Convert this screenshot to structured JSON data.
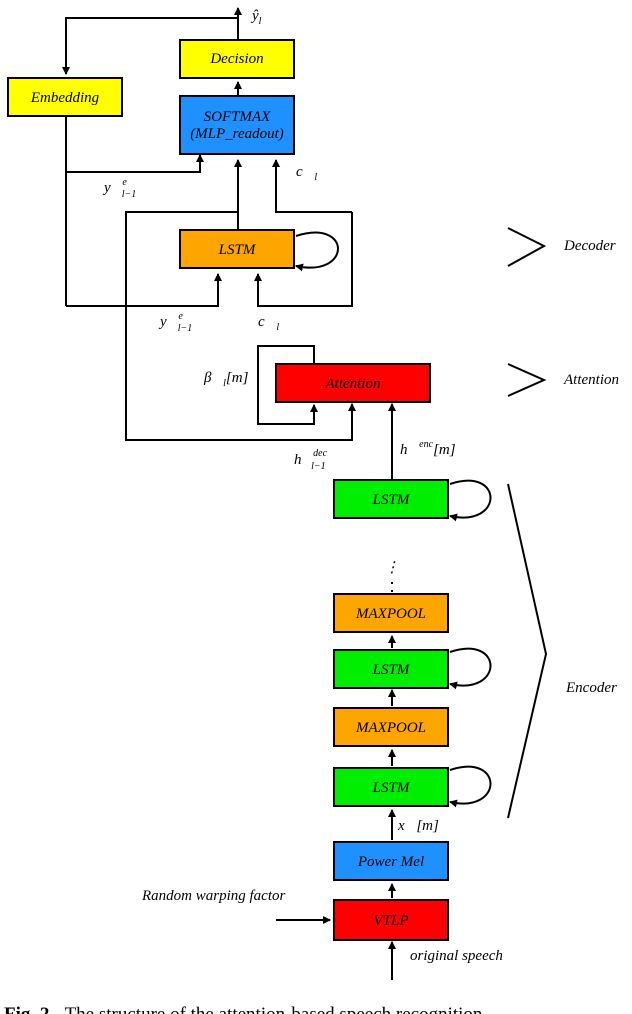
{
  "diagram": {
    "boxes": {
      "decision": "Decision",
      "embedding": "Embedding",
      "softmax_line1": "SOFTMAX",
      "softmax_line2": "(MLP_readout)",
      "decoder_lstm": "LSTM",
      "attention": "Attention",
      "enc_lstm_top": "LSTM",
      "maxpool_1": "MAXPOOL",
      "enc_lstm_mid": "LSTM",
      "maxpool_2": "MAXPOOL",
      "enc_lstm_bottom": "LSTM",
      "power_mel": "Power Mel",
      "vtlp": "VTLP"
    },
    "groups": {
      "decoder": "Decoder",
      "attention": "Attention",
      "encoder": "Encoder"
    },
    "inputs": {
      "random_warping": "Random warping factor",
      "original_speech": "original speech"
    },
    "vertical_dots": "⋮",
    "colors": {
      "yellow": "#ffff00",
      "blue": "#1e90ff",
      "orange": "#ffa500",
      "red": "#ff0000",
      "green": "#00ee00"
    }
  },
  "caption": {
    "label": "Fig. 2.",
    "text": "The structure of the attention-based speech recognition"
  }
}
